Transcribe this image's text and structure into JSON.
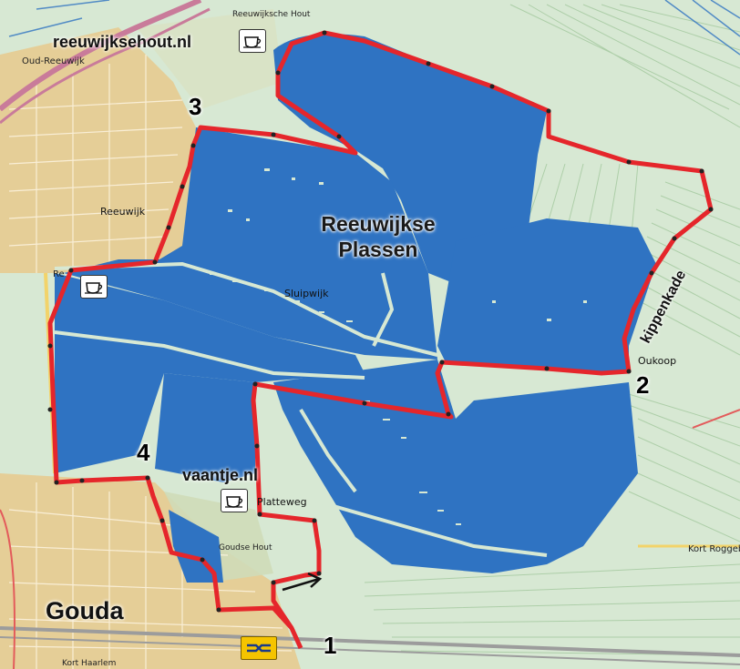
{
  "map": {
    "lake_name": {
      "line1": "Reeuwijkse",
      "line2": "Plassen"
    },
    "places": {
      "gouda": "Gouda",
      "reeuwijk": "Reeuwijk",
      "reeuwijk_brug": "Re",
      "oud_reeuwijk": "Oud-Reeuwijk",
      "reeuwijksche_hout": "Reeuwijksche Hout",
      "sluipwijk": "Sluipwijk",
      "oukoop": "Oukoop",
      "platteweg": "Platteweg",
      "goudse_hout": "Goudse Hout",
      "kort_roggebot": "Kort Roggeb",
      "kort_haarlem": "Kort Haarlem"
    },
    "websites": {
      "reeuwijksehout": "reeuwijksehout.nl",
      "vaantje": "vaantje.nl"
    },
    "dike_label": "kippenkade",
    "waypoints": [
      "1",
      "2",
      "3",
      "4"
    ],
    "icons": {
      "cafe": "coffee-cup-icon",
      "station": "train-station-icon",
      "direction": "arrow-right-icon"
    },
    "colors": {
      "water": "#2f73c2",
      "route": "#e5262b",
      "land": "#d7e8d3",
      "town": "#e8c98c"
    }
  }
}
